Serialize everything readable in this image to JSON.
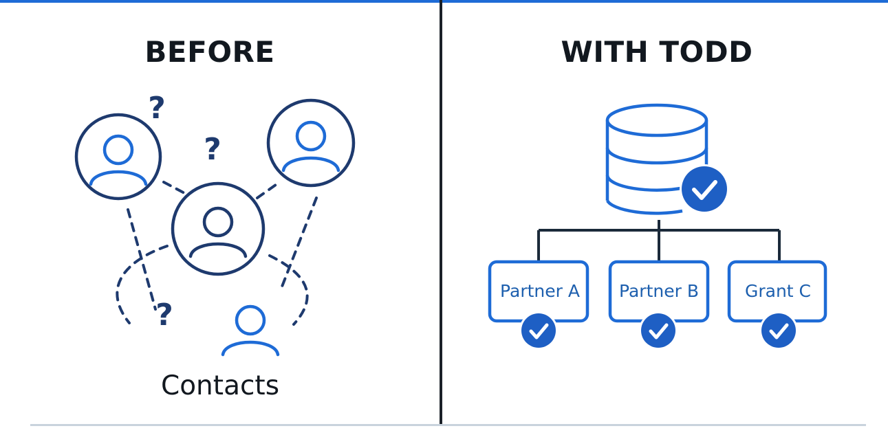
{
  "panels": {
    "before": {
      "title": "BEFORE",
      "caption": "Contacts",
      "question_mark": "?"
    },
    "with_todd": {
      "title": "WITH TODD",
      "nodes": [
        {
          "label": "Partner A",
          "status": "checked"
        },
        {
          "label": "Partner B",
          "status": "checked"
        },
        {
          "label": "Grant C",
          "status": "checked"
        }
      ],
      "database_status": "checked"
    }
  },
  "colors": {
    "accent_blue": "#1e6bd6",
    "navy": "#1e3a6e",
    "dark_text": "#12181f",
    "divider": "#1b2128",
    "rule": "#c9d3dd"
  },
  "icons": [
    "person-icon",
    "question-mark-icon",
    "database-icon",
    "check-badge-icon"
  ]
}
